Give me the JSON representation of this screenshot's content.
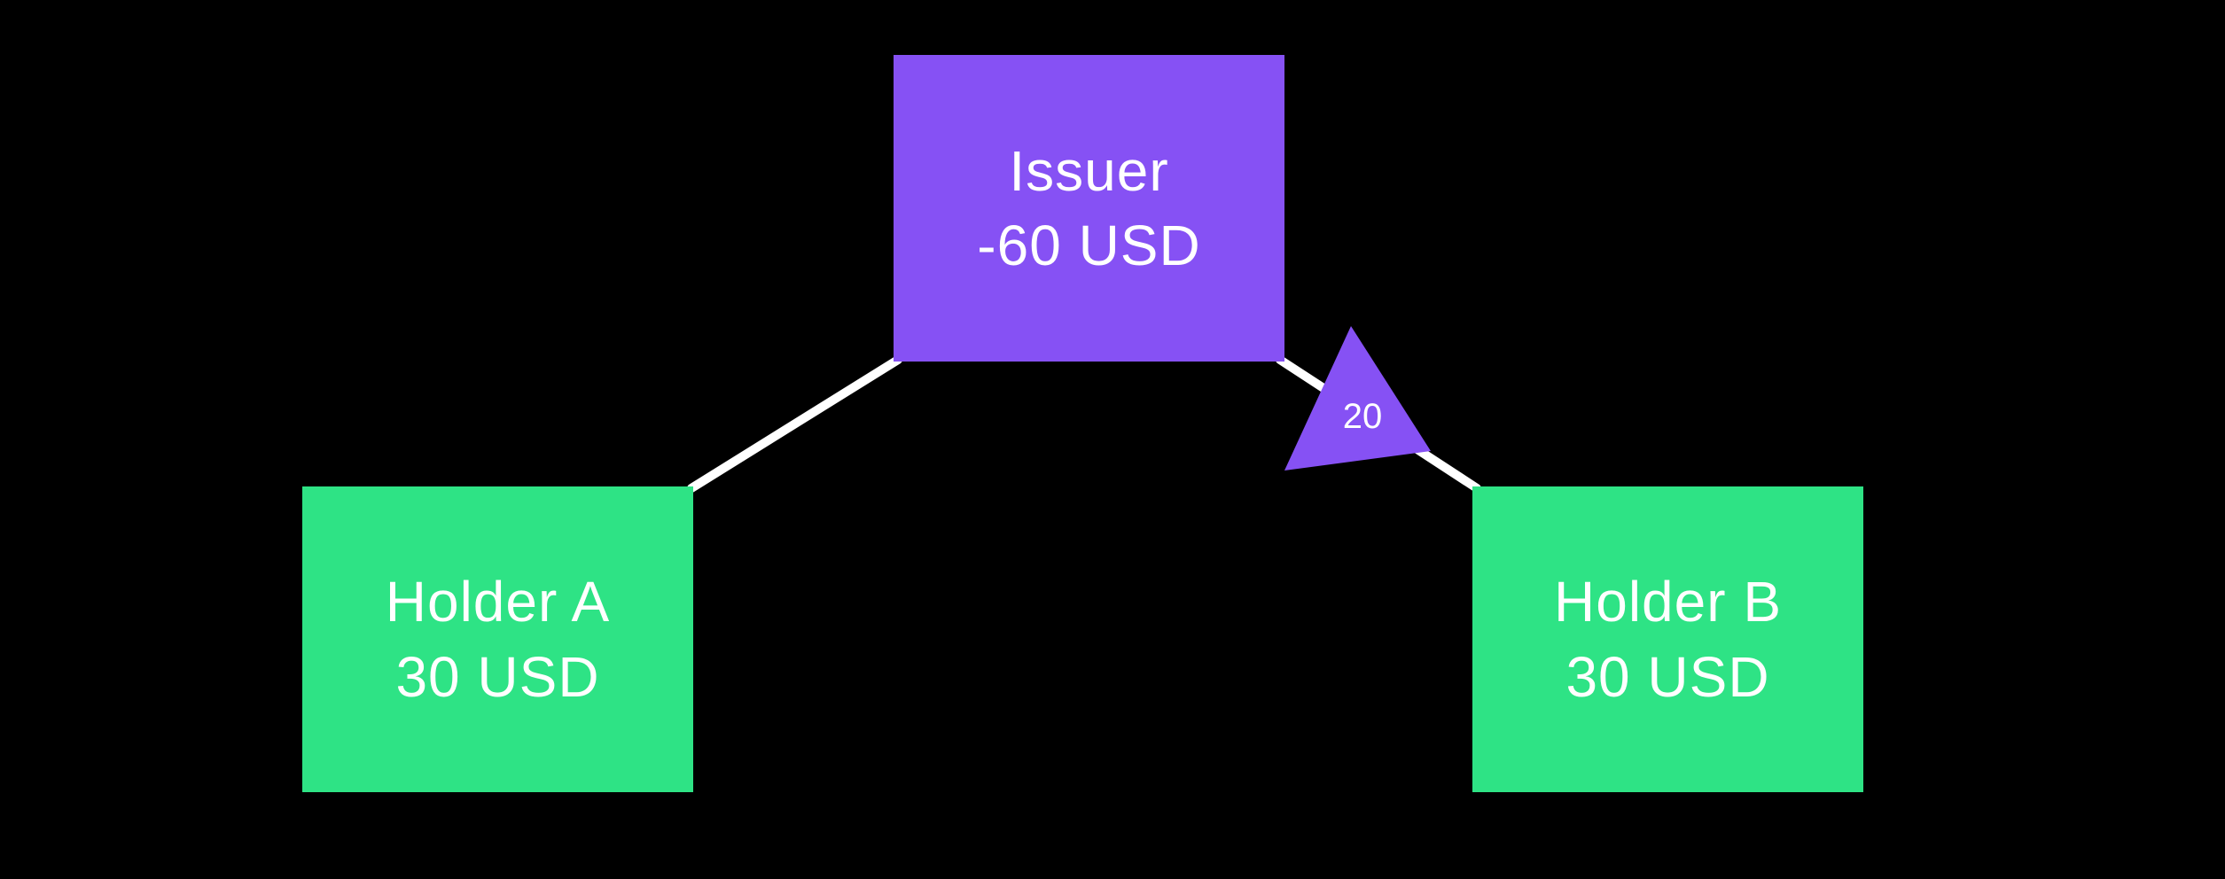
{
  "colors": {
    "background": "#000000",
    "issuer_fill": "#8651f4",
    "holder_fill": "#2ee385",
    "edge": "#ffffff",
    "text": "#ffffff"
  },
  "nodes": {
    "issuer": {
      "label": "Issuer",
      "balance": "-60 USD"
    },
    "holder_a": {
      "label": "Holder A",
      "balance": "30 USD"
    },
    "holder_b": {
      "label": "Holder B",
      "balance": "30 USD"
    }
  },
  "edges": {
    "issuer_to_holder_a": {
      "from": "issuer",
      "to": "holder_a"
    },
    "issuer_to_holder_b": {
      "from": "issuer",
      "to": "holder_b",
      "label": "20"
    }
  }
}
